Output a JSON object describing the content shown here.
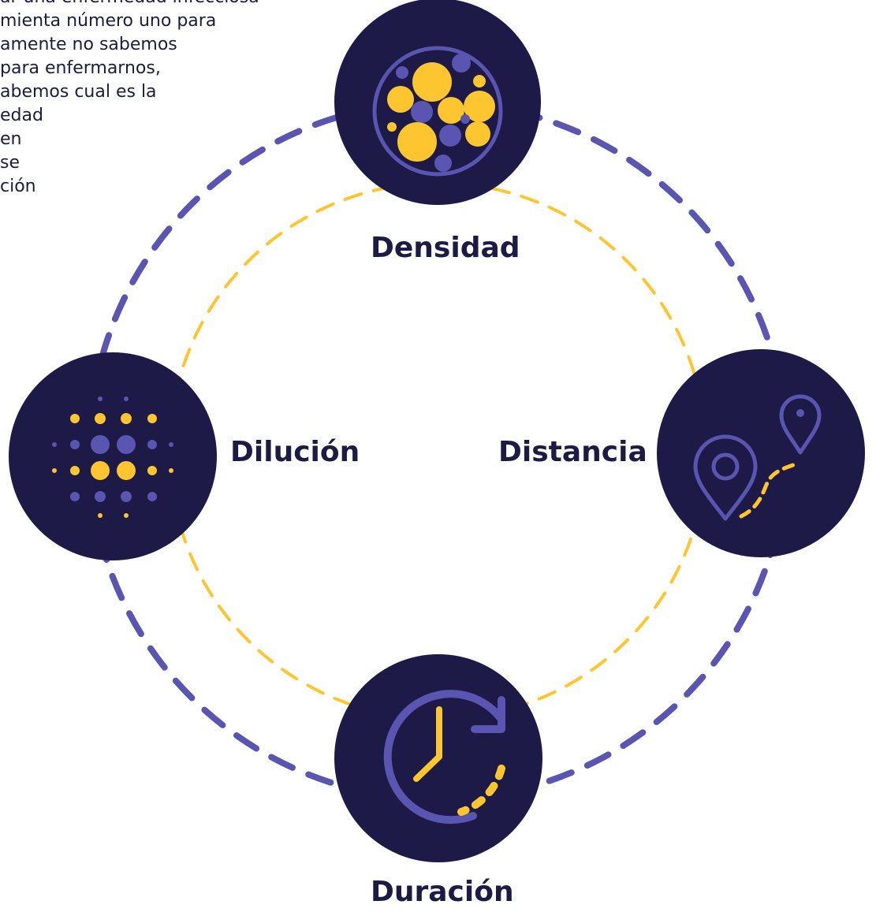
{
  "intro_text": {
    "lines": [
      "ar una enfermedad infecciosa",
      "mienta número uno para",
      "amente no sabemos",
      "para enfermarnos,",
      "abemos cual es la",
      "edad",
      "en",
      "se",
      "ción"
    ]
  },
  "diagram": {
    "nodes": {
      "top": {
        "label": "Densidad",
        "icon": "particles-density-icon"
      },
      "right": {
        "label": "Distancia",
        "icon": "location-pins-route-icon"
      },
      "bottom": {
        "label": "Duración",
        "icon": "clock-refresh-icon"
      },
      "left": {
        "label": "Dilución",
        "icon": "dots-dilution-icon"
      }
    }
  },
  "colors": {
    "node_fill": "#1e1a47",
    "purple": "#5a55b1",
    "yellow": "#fdc530",
    "text": "#1d1a44"
  }
}
